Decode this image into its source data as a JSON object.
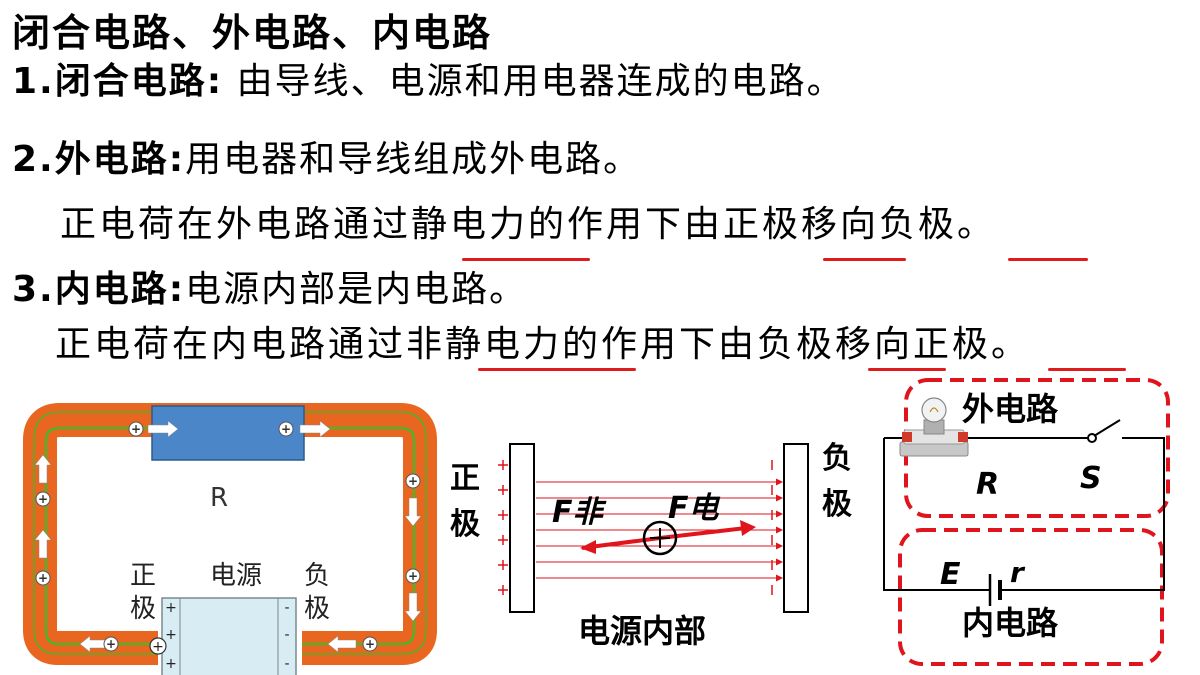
{
  "title": "闭合电路、外电路、内电路",
  "sections": [
    {
      "num": "1.",
      "term": "闭合电路:",
      "text": " 由导线、电源和用电器连成的电路。"
    },
    {
      "num": "2.",
      "term": "外电路:",
      "text": "用电器和导线组成外电路。"
    },
    {
      "num": "3.",
      "term": "内电路:",
      "text": "电源内部是内电路。"
    }
  ],
  "outer_desc": "正电荷在外电路通过静电力的作用下由正极移向负极。",
  "inner_desc": "正电荷在内电路通过非静电力的作用下由负极移向正极。",
  "left_diagram": {
    "resistor_label": "R",
    "source_label": "电源",
    "positive_pole": [
      "正",
      "极"
    ],
    "negative_pole": [
      "负",
      "极"
    ],
    "charge_symbol": "+",
    "minus_symbol": "-"
  },
  "middle_diagram": {
    "positive_plate": [
      "正",
      "极"
    ],
    "negative_plate": [
      "负",
      "极"
    ],
    "force_nonelectric": "F非",
    "force_electric": "F电",
    "caption": "电源内部"
  },
  "right_diagram": {
    "outer_label": "外电路",
    "inner_label": "内电路",
    "R": "R",
    "S": "S",
    "E": "E",
    "r": "r"
  },
  "colors": {
    "underline": "#e01b1b",
    "wire_orange": "#e8661f",
    "flow_green": "#2ec42e",
    "resistor_blue": "#4a86c8",
    "dashed_red": "#e0141c"
  }
}
